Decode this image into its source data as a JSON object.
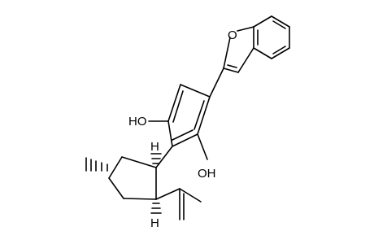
{
  "labels": {
    "ring_oxygen": "O",
    "hydroxyl_top": "HO",
    "hydroxyl_bottom": "OH",
    "stereo_h_upper": "H",
    "stereo_h_lower": "H"
  },
  "colors": {
    "background": "#ffffff",
    "ink": "#000000"
  }
}
